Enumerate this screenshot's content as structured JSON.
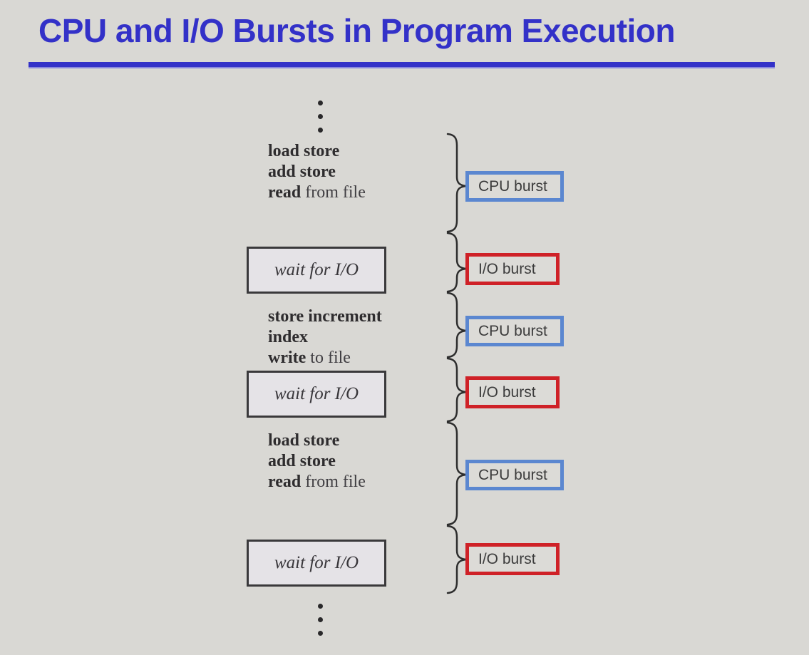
{
  "title": {
    "text": "CPU and I/O Bursts in Program Execution"
  },
  "colors": {
    "background": "#d9d8d4",
    "title": "#3331c8",
    "title_rule": "#3331c8",
    "cpu_burst_border": "#5b87d0",
    "io_burst_border": "#cf2127",
    "wait_box_border": "#3a393b",
    "wait_box_background": "#e5e3e7",
    "code_text": "#2e2c2e",
    "brace": "#2d2d2d"
  },
  "icons": {
    "continuation_top": "vertical-ellipsis",
    "continuation_bottom": "vertical-ellipsis"
  },
  "diagram": {
    "code_blocks": [
      {
        "lines": [
          {
            "strong": "load store",
            "normal": ""
          },
          {
            "strong": "add store",
            "normal": ""
          },
          {
            "strong": "read",
            "normal": " from file"
          }
        ]
      },
      {
        "lines": [
          {
            "strong": "store increment",
            "normal": ""
          },
          {
            "strong": "index",
            "normal": ""
          },
          {
            "strong": "write",
            "normal": " to file"
          }
        ]
      },
      {
        "lines": [
          {
            "strong": "load store",
            "normal": ""
          },
          {
            "strong": "add store",
            "normal": ""
          },
          {
            "strong": "read",
            "normal": " from file"
          }
        ]
      }
    ],
    "wait_boxes": [
      {
        "label": "wait for I/O"
      },
      {
        "label": "wait for I/O"
      },
      {
        "label": "wait for I/O"
      }
    ],
    "bursts": [
      {
        "label": "CPU burst",
        "type": "cpu"
      },
      {
        "label": "I/O burst",
        "type": "io"
      },
      {
        "label": "CPU burst",
        "type": "cpu"
      },
      {
        "label": "I/O burst",
        "type": "io"
      },
      {
        "label": "CPU burst",
        "type": "cpu"
      },
      {
        "label": "I/O burst",
        "type": "io"
      }
    ]
  }
}
